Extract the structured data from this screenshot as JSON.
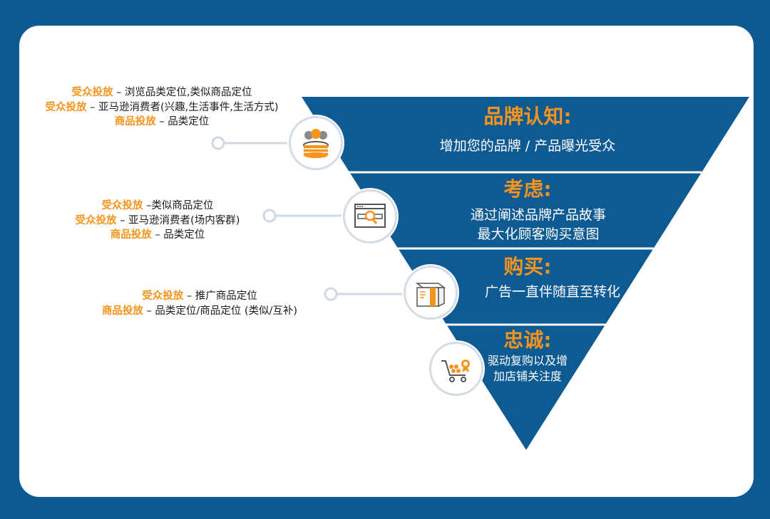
{
  "colors": {
    "frame_blue": "#0d5a93",
    "funnel_blue": "#0e5a93",
    "accent_orange": "#f7941d",
    "connector_gray": "#cfd9e3"
  },
  "stages": [
    {
      "title": "品牌认知:",
      "desc": [
        "增加您的品牌 / 产品曝光受众"
      ],
      "icon": "audience-people-icon",
      "targeting": [
        {
          "label": "受众投放",
          "text": " – 浏览品类定位,类似商品定位"
        },
        {
          "label": "受众投放",
          "text": " – 亚马逊消费者(兴趣,生活事件,生活方式)"
        },
        {
          "label": "商品投放",
          "text": " – 品类定位"
        }
      ]
    },
    {
      "title": "考虑:",
      "desc": [
        "通过阐述品牌产品故事",
        "最大化顾客购买意图"
      ],
      "icon": "browser-search-icon",
      "targeting": [
        {
          "label": "受众投放",
          "text": " –类似商品定位"
        },
        {
          "label": "受众投放",
          "text": " – 亚马逊消费者(场内客群)"
        },
        {
          "label": "商品投放",
          "text": " – 品类定位"
        }
      ]
    },
    {
      "title": "购买:",
      "desc": [
        "广告一直伴随直至转化"
      ],
      "icon": "package-box-icon",
      "targeting": [
        {
          "label": "受众投放",
          "text": " – 推广商品定位"
        },
        {
          "label": "商品投放",
          "text": " – 品类定位/商品定位 (类似/互补)"
        }
      ]
    },
    {
      "title": "忠诚:",
      "desc": [
        "驱动复购以及增",
        "加店铺关注度"
      ],
      "icon": "shopping-cart-icon",
      "targeting": []
    }
  ]
}
